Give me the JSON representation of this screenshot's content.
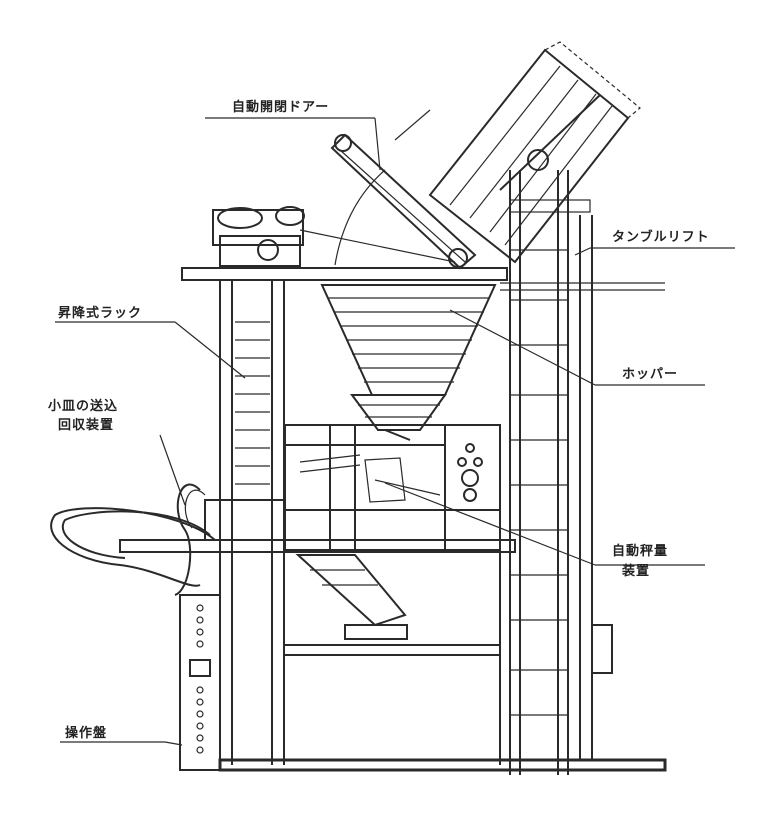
{
  "labels": {
    "auto_door": "自動開閉ドアー",
    "tumble_lift": "タンブルリフト",
    "lift_rack": "昇降式ラック",
    "small_dish_line1": "小皿の送込",
    "small_dish_line2": "回収装置",
    "hopper": "ホッパー",
    "auto_weigher_line1": "自動秤量",
    "auto_weigher_line2": "装置",
    "control_panel": "操作盤"
  },
  "colors": {
    "line": "#2a2a2a",
    "background": "#ffffff"
  }
}
